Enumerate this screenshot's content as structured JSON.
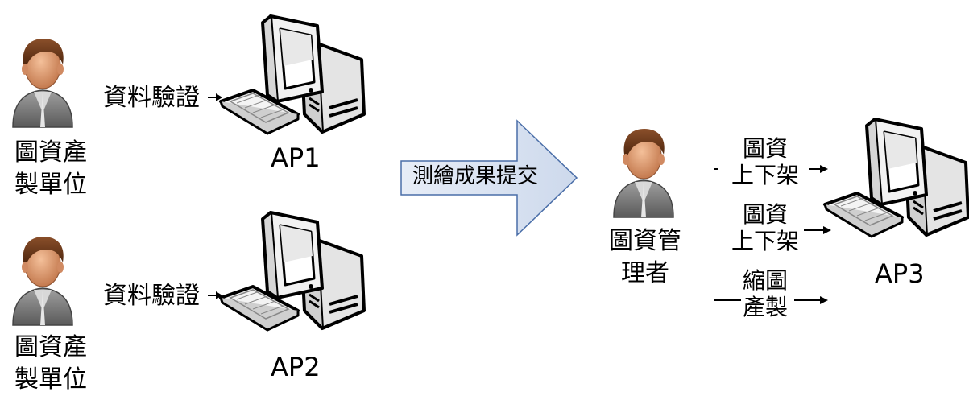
{
  "left_groups": [
    {
      "producer": {
        "line1": "圖資產",
        "line2": "製單位"
      },
      "action": "資料驗證",
      "computer": "AP1"
    },
    {
      "producer": {
        "line1": "圖資產",
        "line2": "製單位"
      },
      "action": "資料驗證",
      "computer": "AP2"
    }
  ],
  "transfer": {
    "label": "測繪成果提交"
  },
  "manager": {
    "line1": "圖資管",
    "line2": "理者"
  },
  "operations": [
    {
      "line1": "圖資",
      "line2": "上下架"
    },
    {
      "line1": "圖資",
      "line2": "上下架"
    },
    {
      "line1": "縮圖",
      "line2": "產製"
    }
  ],
  "target_computer": "AP3",
  "colors": {
    "arrow_fill": "#d9e3f2",
    "arrow_stroke": "#4a6ea8",
    "computer_body": "#f0f0f0",
    "outline": "#000000",
    "person_shirt": "#7d7d7d",
    "person_skin": "#e1a27e",
    "person_hair": "#6b3a1c"
  }
}
